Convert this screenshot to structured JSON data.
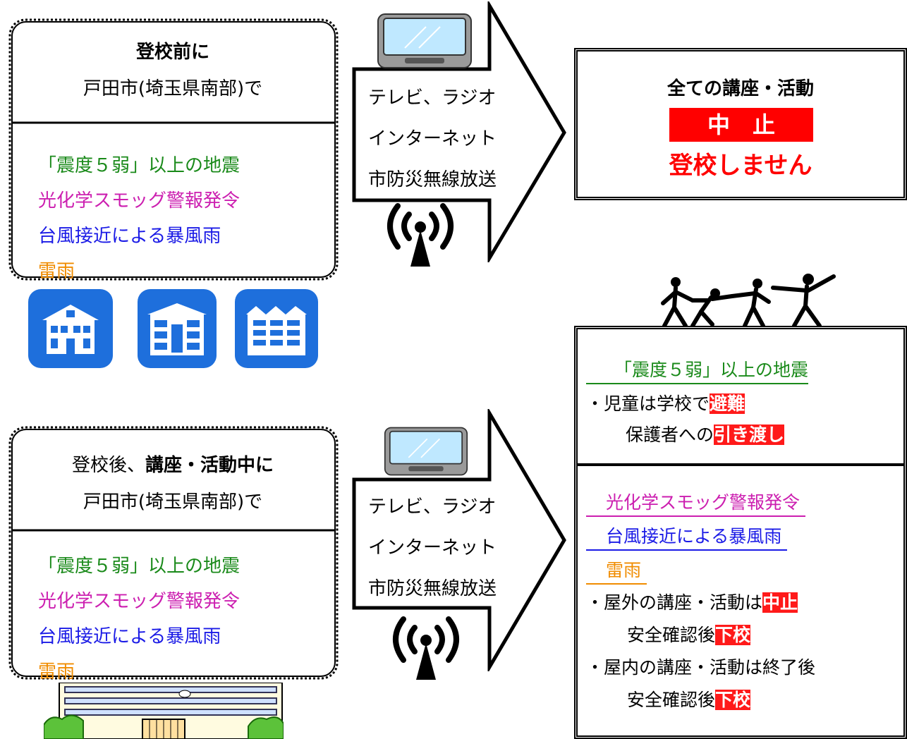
{
  "before_school": {
    "title": "登校前に",
    "location": "戸田市(埼玉県南部)で",
    "conditions": [
      "「震度５弱」以上の地震",
      "光化学スモッグ警報発令",
      "台風接近による暴風雨",
      "雷雨"
    ]
  },
  "during_school": {
    "title_prefix": "登校後、",
    "title_bold": "講座・活動中に",
    "location": "戸田市(埼玉県南部)で",
    "conditions": [
      "「震度５弱」以上の地震",
      "光化学スモッグ警報発令",
      "台風接近による暴風雨",
      "雷雨"
    ]
  },
  "media": [
    "テレビ、ラジオ",
    "インターネット",
    "市防災無線放送"
  ],
  "result_before": {
    "title": "全ての講座・活動",
    "stop": "中　止",
    "no_school": "登校しません"
  },
  "result_during": {
    "earthquake_heading": "「震度５弱」以上の地震",
    "earthquake_line1_prefix": "・児童は学校で",
    "earthquake_line1_hl": "避難",
    "earthquake_line2_prefix": "保護者への",
    "earthquake_line2_hl": "引き渡し",
    "other_headings": [
      "光化学スモッグ警報発令",
      "台風接近による暴風雨",
      "雷雨"
    ],
    "outdoor_prefix": "・屋外の講座・活動は",
    "outdoor_hl": "中止",
    "confirm_prefix": "安全確認後",
    "go_home": "下校",
    "indoor": "・屋内の講座・活動は終了後"
  },
  "colors": {
    "earthquake": "#1a8a1a",
    "smog": "#cc1fb0",
    "typhoon": "#1a1ae6",
    "thunder": "#f08c00",
    "alert": "#ff0000",
    "icon_blue": "#1e6fdc"
  },
  "icons": [
    "tv-icon",
    "antenna-icon",
    "house-icon",
    "apartment-icon",
    "building-icon",
    "school-building-icon",
    "evacuation-people-icon"
  ]
}
